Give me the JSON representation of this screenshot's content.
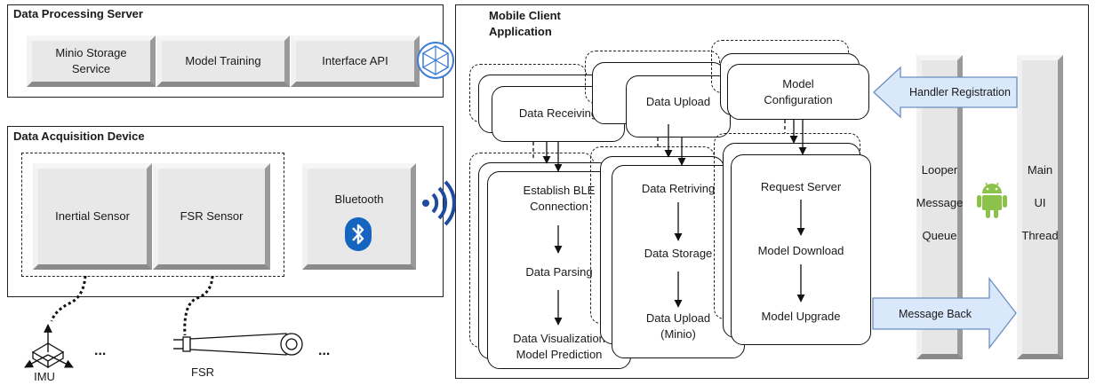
{
  "server": {
    "title": "Data Processing Server",
    "modules": [
      "Minio Storage\nService",
      "Model Training",
      "Interface API"
    ]
  },
  "device": {
    "title": "Data Acquisition Device",
    "sensors": [
      "Inertial Sensor",
      "FSR Sensor"
    ],
    "bluetooth_label": "Bluetooth",
    "imu_label": "IMU",
    "fsr_label": "FSR",
    "ellipsis": "..."
  },
  "mobile": {
    "title": "Mobile Client\nApplication",
    "data_receiving": "Data Receiving",
    "data_upload": "Data Upload",
    "model_configuration": "Model\nConfiguration",
    "col1": [
      "Establish BLE\nConnection",
      "Data Parsing",
      "Data Visualization\nModel Prediction"
    ],
    "col2": [
      "Data Retriving",
      "Data Storage",
      "Data Upload\n(Minio)"
    ],
    "col3": [
      "Request Server",
      "Model Download",
      "Model Upgrade"
    ],
    "handler_registration": "Handler Registration",
    "message_back": "Message Back",
    "looper_queue": [
      "Looper",
      "Message",
      "Queue"
    ],
    "main_ui_thread": [
      "Main",
      "UI",
      "Thread"
    ]
  },
  "colors": {
    "arrow_fill": "#dae8fc",
    "arrow_stroke": "#6c8ebf",
    "android": "#8bc34a",
    "bluetooth": "#1565c0"
  },
  "icons": [
    "network-hub-icon",
    "wireless-signal-icon",
    "bluetooth-icon",
    "android-icon",
    "imu-cube-icon",
    "fsr-strip-icon"
  ]
}
